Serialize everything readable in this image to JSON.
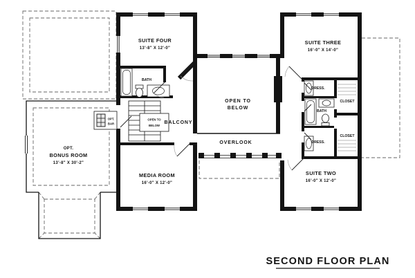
{
  "colors": {
    "ink": "#141414",
    "background": "#ffffff"
  },
  "plan": {
    "title": "SECOND FLOOR PLAN",
    "rooms": {
      "suite_four": {
        "name": "SUITE FOUR",
        "dims": "13'-8\" X 12'-0\""
      },
      "suite_three": {
        "name": "SUITE THREE",
        "dims": "16'-0\" X 14'-0\""
      },
      "suite_two": {
        "name": "SUITE TWO",
        "dims": "16'-0\" X 12'-0\""
      },
      "media_room": {
        "name": "MEDIA ROOM",
        "dims": "16'-0\" X 12'-0\""
      },
      "bonus_room": {
        "prefix": "OPT.",
        "name": "BONUS ROOM",
        "dims": "13'-8\" X 30'-2\""
      },
      "bath_upper": "BATH",
      "bath_right": "BATH",
      "dress_upper": "DRESS.",
      "dress_lower": "DRESS.",
      "closet_upper": "CLOSET",
      "closet_lower": "CLOSET",
      "balcony": "BALCONY",
      "overlook": "OVERLOOK",
      "opt_bar": {
        "line1": "OPT.",
        "line2": "BAR"
      }
    },
    "annotations": {
      "open_to_below": {
        "line1": "OPEN TO",
        "line2": "BELOW"
      },
      "stair_open_to_below": {
        "line1": "OPEN TO",
        "line2": "BELOW"
      }
    }
  }
}
